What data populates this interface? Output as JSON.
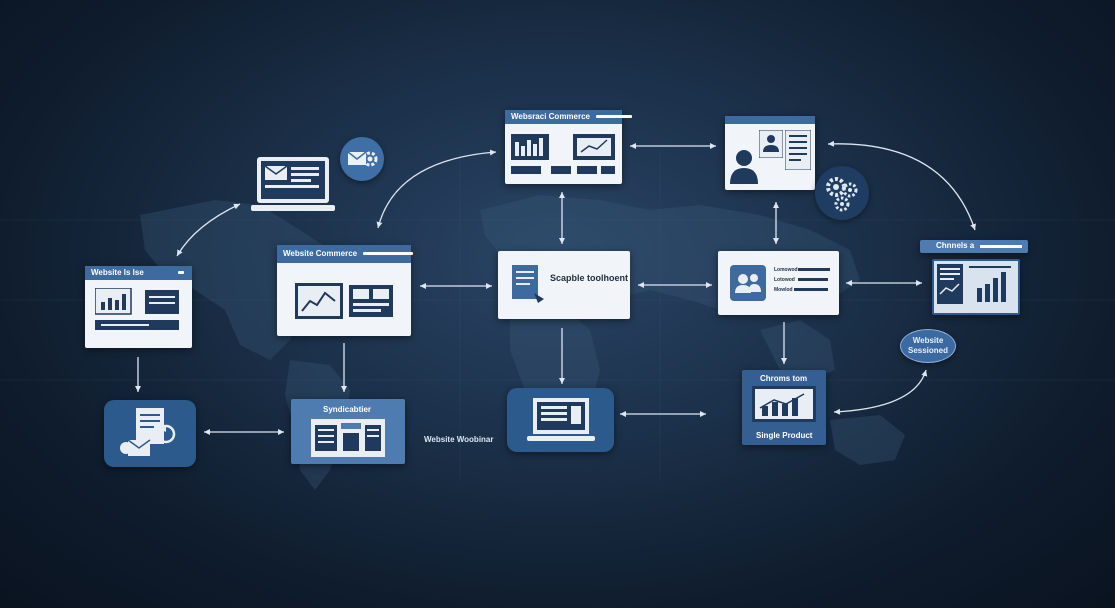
{
  "nodes": {
    "website_is_lse": "Website ls lse",
    "website_commerce_mid": "Website Commerce",
    "website_commerce_top": "Websraci Commerce",
    "scalable_toolkit": "Scapble toolhoent",
    "syndication_panel": "Syndicabtier",
    "website_webinar": "Website Woobinar",
    "chroms_panel": "Chroms tom",
    "single_product": "Single Product",
    "channels_panel": "Chnnels a",
    "website_sessions": "Website\nSessioned",
    "profile_lines": [
      "Lomowod",
      "Lotowod",
      "Mowlod"
    ]
  },
  "colors": {
    "background": "#1b3049",
    "card": "#f1f4f8",
    "accent": "#3d6a9f",
    "arrow": "#dde6f1"
  },
  "icons": [
    "laptop-icon",
    "mail-gear-icon",
    "gears-icon",
    "document-sync-icon",
    "person-icon",
    "people-icon",
    "bar-chart-icon",
    "line-chart-icon",
    "document-icon"
  ]
}
